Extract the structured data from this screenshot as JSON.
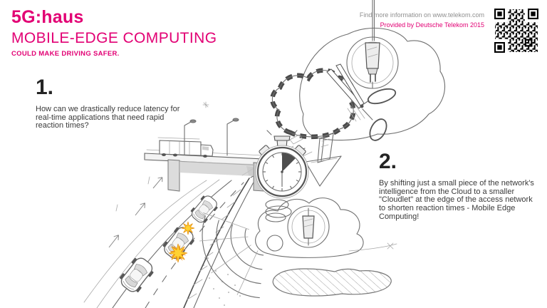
{
  "brand": {
    "logo": "5G:haus",
    "title": "MOBILE-EDGE COMPUTING",
    "tagline": "COULD MAKE DRIVING SAFER.",
    "accent_color": "#e20074"
  },
  "info": {
    "line1": "Find more information on www.telekom.com",
    "line2": "Provided by Deutsche Telekom 2015"
  },
  "sections": {
    "one": {
      "number": "1.",
      "lines": [
        "How can we drastically reduce latency for",
        "real-time applications that need rapid",
        "reaction times?"
      ]
    },
    "two": {
      "number": "2.",
      "lines": [
        "By shifting just a small piece of the network's",
        "intelligence from the Cloud to a smaller",
        "\"Cloudlet\" at the edge of the access network",
        "to shorten reaction times - Mobile Edge",
        "Computing!"
      ]
    }
  },
  "illustration": {
    "style": "pencil-sketch",
    "sketch_color": "#6f6f6f",
    "hazard_color": "#ffd233",
    "hazard_core_color": "#f08c00",
    "icons": [
      "qr-code",
      "cloud",
      "power-plug",
      "scissors",
      "cutout-cloudlet",
      "down-arrow",
      "stopwatch",
      "rope-coil",
      "cloudlet",
      "radio-waves",
      "highway",
      "bridge",
      "truck",
      "street-lamp",
      "car",
      "hazard-flash",
      "shadow-blob"
    ]
  }
}
